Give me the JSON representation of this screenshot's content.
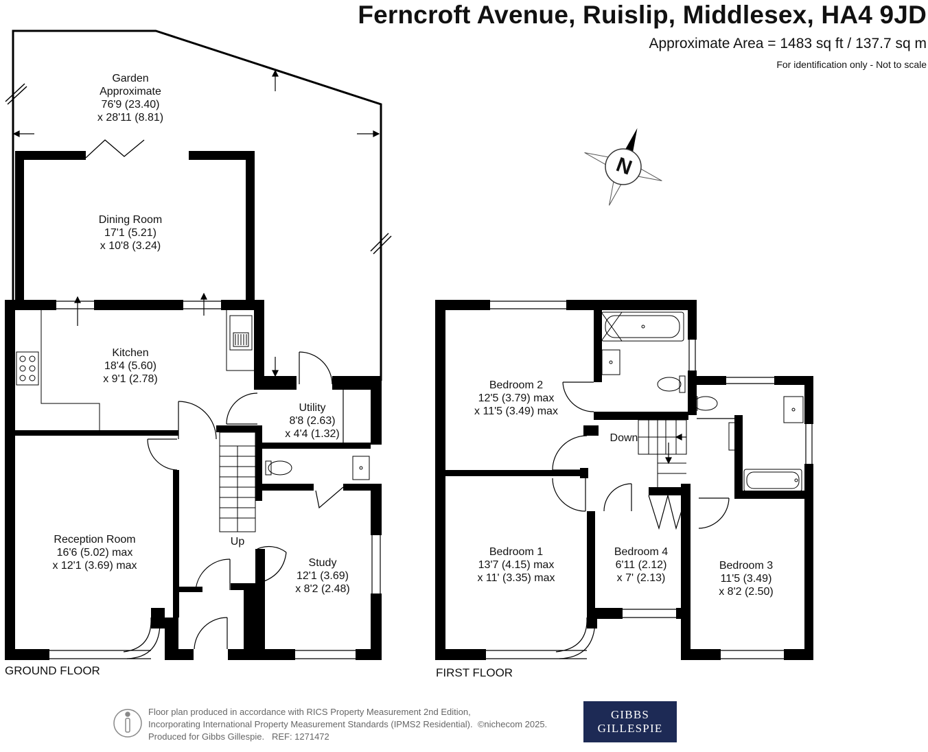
{
  "header": {
    "address": "Ferncroft Avenue, Ruislip, Middlesex, HA4 9JD",
    "area": "Approximate Area = 1483 sq ft / 137.7 sq m",
    "note": "For identification only - Not to scale"
  },
  "compass": {
    "letter": "N",
    "icon": "compass-rose-icon"
  },
  "ground_floor": {
    "label": "GROUND FLOOR",
    "rooms": {
      "garden": {
        "name": "Garden",
        "line2": "Approximate",
        "line3": "76'9 (23.40)",
        "line4": "x 28'11 (8.81)"
      },
      "dining": {
        "name": "Dining Room",
        "line2": "17'1 (5.21)",
        "line3": "x 10'8 (3.24)"
      },
      "kitchen": {
        "name": "Kitchen",
        "line2": "18'4 (5.60)",
        "line3": "x 9'1 (2.78)"
      },
      "utility": {
        "name": "Utility",
        "line2": "8'8 (2.63)",
        "line3": "x 4'4 (1.32)"
      },
      "reception": {
        "name": "Reception Room",
        "line2": "16'6 (5.02) max",
        "line3": "x 12'1 (3.69) max"
      },
      "study": {
        "name": "Study",
        "line2": "12'1 (3.69)",
        "line3": "x 8'2 (2.48)"
      }
    },
    "stairs_label": "Up"
  },
  "first_floor": {
    "label": "FIRST FLOOR",
    "rooms": {
      "bedroom2": {
        "name": "Bedroom 2",
        "line2": "12'5 (3.79) max",
        "line3": "x 11'5 (3.49) max"
      },
      "bedroom1": {
        "name": "Bedroom 1",
        "line2": "13'7 (4.15) max",
        "line3": "x 11' (3.35) max"
      },
      "bedroom4": {
        "name": "Bedroom 4",
        "line2": "6'11 (2.12)",
        "line3": "x 7' (2.13)"
      },
      "bedroom3": {
        "name": "Bedroom 3",
        "line2": "11'5 (3.49)",
        "line3": "x 8'2 (2.50)"
      }
    },
    "stairs_label": "Down"
  },
  "footer": {
    "line1": "Floor plan produced in accordance with RICS Property Measurement 2nd Edition,",
    "line2": "Incorporating International Property Measurement Standards (IPMS2 Residential).",
    "copyright": "©nichecom 2025.",
    "line3": "Produced for Gibbs Gillespie.",
    "ref": "REF: 1271472",
    "logo_line1": "GIBBS",
    "logo_line2": "GILLESPIE",
    "badge_icon": "person-badge-icon"
  },
  "colors": {
    "wall": "#000000",
    "logo_bg": "#1d2a55"
  }
}
